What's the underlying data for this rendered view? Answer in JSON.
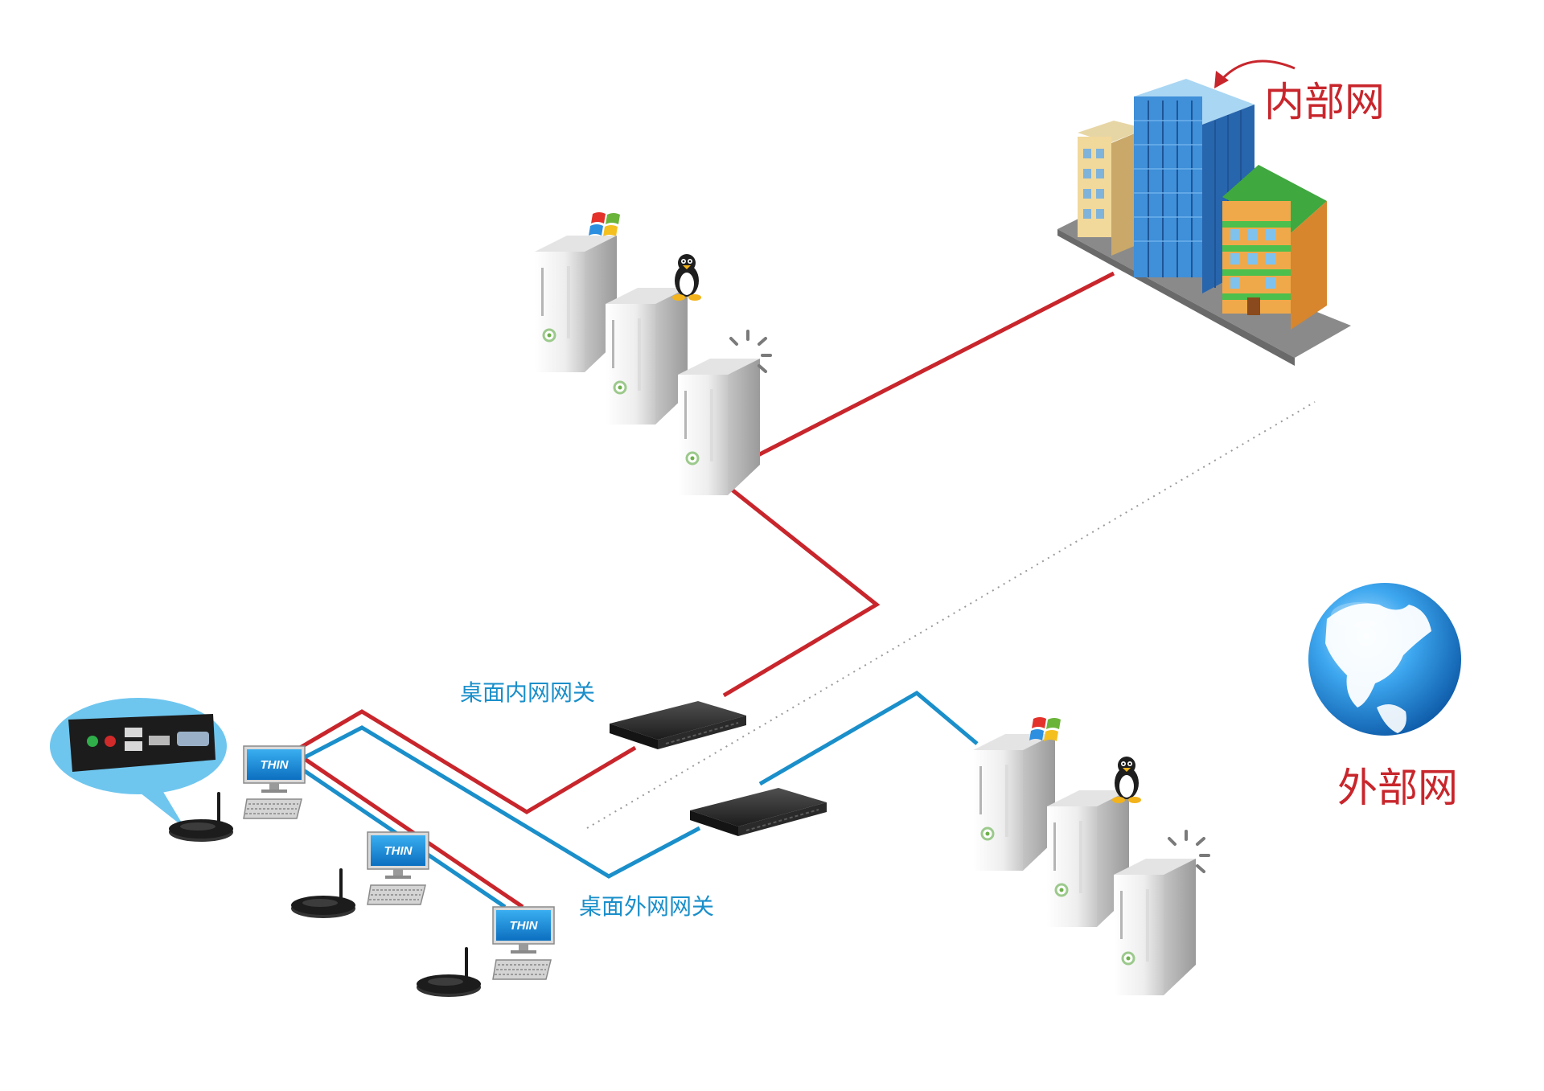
{
  "labels": {
    "internal_network": "内部网",
    "external_network": "外部网",
    "internal_gateway": "桌面内网网关",
    "external_gateway": "桌面外网网关"
  },
  "device_badge": "THIN",
  "colors": {
    "internal_link": "#c8262c",
    "external_link": "#1a8fca",
    "label_red": "#c8262c",
    "label_blue": "#1a8fca"
  },
  "icons": {
    "building": "office-buildings-icon",
    "globe": "globe-icon",
    "server": "server-tower-icon",
    "gateway": "network-gateway-icon",
    "thin_client": "thin-client-terminal-icon",
    "windows": "windows-logo-icon",
    "linux": "linux-penguin-icon"
  }
}
